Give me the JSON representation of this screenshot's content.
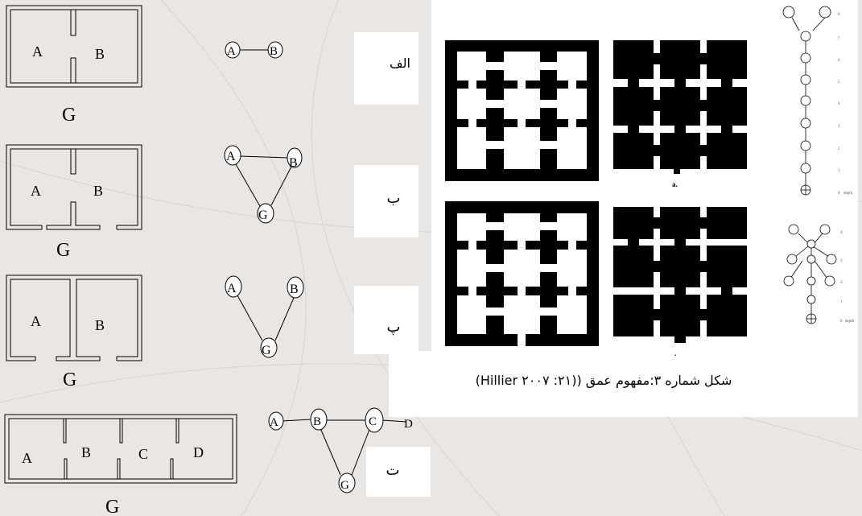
{
  "left_diagrams": [
    {
      "id": "alef",
      "rooms": [
        "A",
        "B"
      ],
      "outside": "G",
      "nodes": [
        "A",
        "B"
      ],
      "tag": "الف"
    },
    {
      "id": "be",
      "rooms": [
        "A",
        "B"
      ],
      "outside": "G",
      "nodes": [
        "A",
        "B",
        "G"
      ],
      "tag": "ب"
    },
    {
      "id": "pe",
      "rooms": [
        "A",
        "B"
      ],
      "outside": "G",
      "nodes": [
        "A",
        "B",
        "G"
      ],
      "tag": "پ"
    },
    {
      "id": "te",
      "rooms": [
        "A",
        "B",
        "C",
        "D"
      ],
      "outside": "G",
      "nodes": [
        "A",
        "B",
        "C",
        "D",
        "G"
      ],
      "tag": "ت"
    }
  ],
  "right_figure": {
    "graph_top": {
      "level_numbers": [
        "8",
        "7",
        "6",
        "5",
        "4",
        "3",
        "2",
        "1",
        "0"
      ],
      "depth_label": "depth"
    },
    "graph_bottom": {
      "level_numbers": [
        "4",
        "3",
        "2",
        "1",
        "0"
      ],
      "depth_label": "depth"
    },
    "labels": {
      "a": "a.",
      "b": "."
    },
    "caption": "شکل شماره ۳:مفهوم عمق ((۲۱: ۲۰۰۷ Hillier)"
  },
  "colors": {
    "panel": "#ffffff",
    "ink": "#000000",
    "background": "#e9e6e3"
  }
}
